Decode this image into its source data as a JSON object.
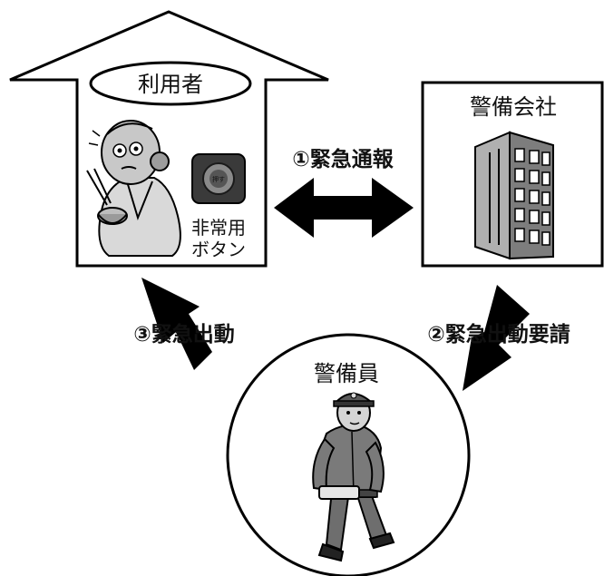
{
  "user": {
    "label": "利用者"
  },
  "button": {
    "label_line1": "非常用",
    "label_line2": "ボタン",
    "face_text": "押す"
  },
  "company": {
    "label": "警備会社"
  },
  "guard": {
    "label": "警備員"
  },
  "steps": {
    "step1": "①緊急通報",
    "step2": "②緊急出動要請",
    "step3": "③緊急出動"
  },
  "colors": {
    "ink": "#000000",
    "paper": "#ffffff",
    "building": "#8f8f8f",
    "uniform": "#7a7a7a"
  }
}
